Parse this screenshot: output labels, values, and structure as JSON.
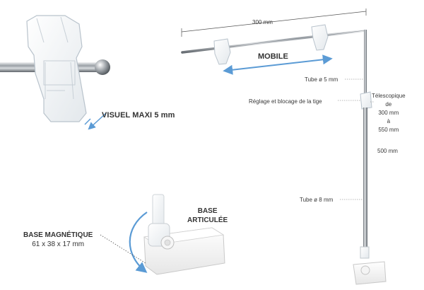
{
  "annotations": {
    "visuel_maxi": "VISUEL MAXI 5 mm",
    "mobile": "MOBILE",
    "width": "300 mm",
    "tube_small": "Tube ø 5 mm",
    "reglage": "Réglage et blocage de la tige",
    "telescopique": [
      "Télescopique",
      "de",
      "300 mm",
      "à",
      "550 mm"
    ],
    "height": "500 mm",
    "tube_large": "Tube ø 8 mm",
    "base_articulee": [
      "BASE",
      "ARTICULÉE"
    ],
    "base_magnetique": [
      "BASE MAGNÉTIQUE",
      "61 x 38 x 17 mm"
    ]
  },
  "colors": {
    "accent_arrow": "#5b9bd5",
    "chrome": "#a9adb3",
    "line": "#555555",
    "plastic_edge": "#b9c3cc"
  }
}
